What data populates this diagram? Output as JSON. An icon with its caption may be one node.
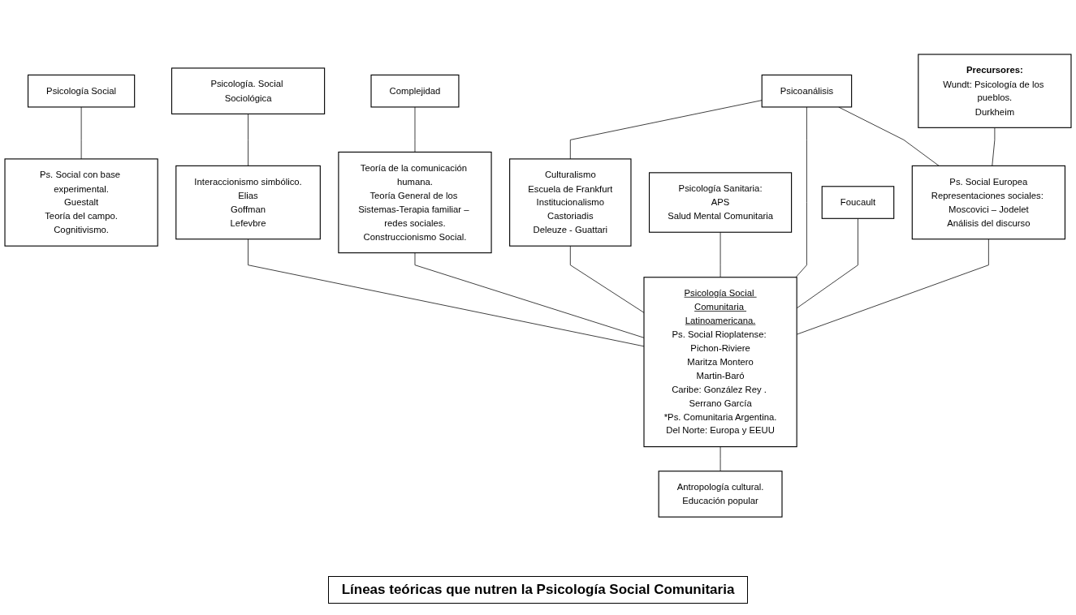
{
  "diagram": {
    "caption": "Líneas teóricas que nutren la Psicología Social Comunitaria",
    "nodes": [
      {
        "text": [
          "Psicología Social"
        ]
      },
      {
        "text": [
          "Psicología. Social Sociológica"
        ]
      },
      {
        "text": [
          "Complejidad"
        ]
      },
      {
        "text": [
          "Psicoanálisis"
        ]
      },
      {
        "text": [
          "Psicología Social Comunitaria Latinoamericana.",
          "Ps. Social Rioplatense: Pichon-Riviere",
          "Maritza Montero",
          "Martin-Baró",
          "Caribe: González Rey . Serrano García",
          "*Ps. Comunitaria Argentina.",
          "Del Norte: Europa y EEUU"
        ]
      },
      {
        "text": [
          "Ps. Social con base experimental.",
          "Guestalt",
          "Teoría del campo.",
          "Cognitivismo."
        ]
      },
      {
        "text": [
          "Interaccionismo simbólico.",
          "Elias",
          "Goffman",
          "Lefevbre"
        ]
      },
      {
        "text": [
          "Teoría de la comunicación humana.",
          "Teoría General de los Sistemas-Terapia familiar – redes sociales.",
          "Construccionismo Social."
        ]
      },
      {
        "text": [
          "Culturalismo",
          "Escuela de Frankfurt",
          "Institucionalismo",
          "Castoriadis",
          "Deleuze - Guattari"
        ]
      },
      {
        "text": [
          "Psicología Sanitaria:",
          "APS",
          "Salud Mental Comunitaria"
        ]
      },
      {
        "text": [
          "Ps. Social Europea",
          "Representaciones sociales: Moscovici – Jodelet",
          "Análisis del discurso"
        ]
      },
      {
        "text": [
          "Precursores:",
          "Wundt: Psicología de los pueblos.",
          "Durkheim"
        ]
      },
      {
        "text": [
          "Antropología cultural.",
          "Educación popular"
        ]
      },
      {
        "text": [
          "Foucault"
        ]
      }
    ],
    "edges": [
      {
        "from": 0,
        "to": 5,
        "arrow": "none"
      },
      {
        "from": 1,
        "to": 6,
        "arrow": "none"
      },
      {
        "from": 2,
        "to": 7,
        "arrow": "none"
      },
      {
        "from": 3,
        "to": 8,
        "arrow": "none"
      },
      {
        "from": 3,
        "to": 4,
        "arrow": "none"
      },
      {
        "from": 6,
        "to": 4,
        "arrow": "none"
      },
      {
        "from": 7,
        "to": 4,
        "arrow": "none"
      },
      {
        "from": 8,
        "to": 4,
        "arrow": "none"
      },
      {
        "from": 3,
        "to": 10,
        "arrow": "none"
      },
      {
        "from": 10,
        "to": 4,
        "arrow": "none"
      },
      {
        "from": 9,
        "to": 4,
        "arrow": "none"
      },
      {
        "from": 11,
        "to": 10,
        "arrow": "none"
      },
      {
        "from": 4,
        "to": 12,
        "arrow": "none"
      },
      {
        "from": 13,
        "to": 4,
        "arrow": "none"
      }
    ]
  }
}
